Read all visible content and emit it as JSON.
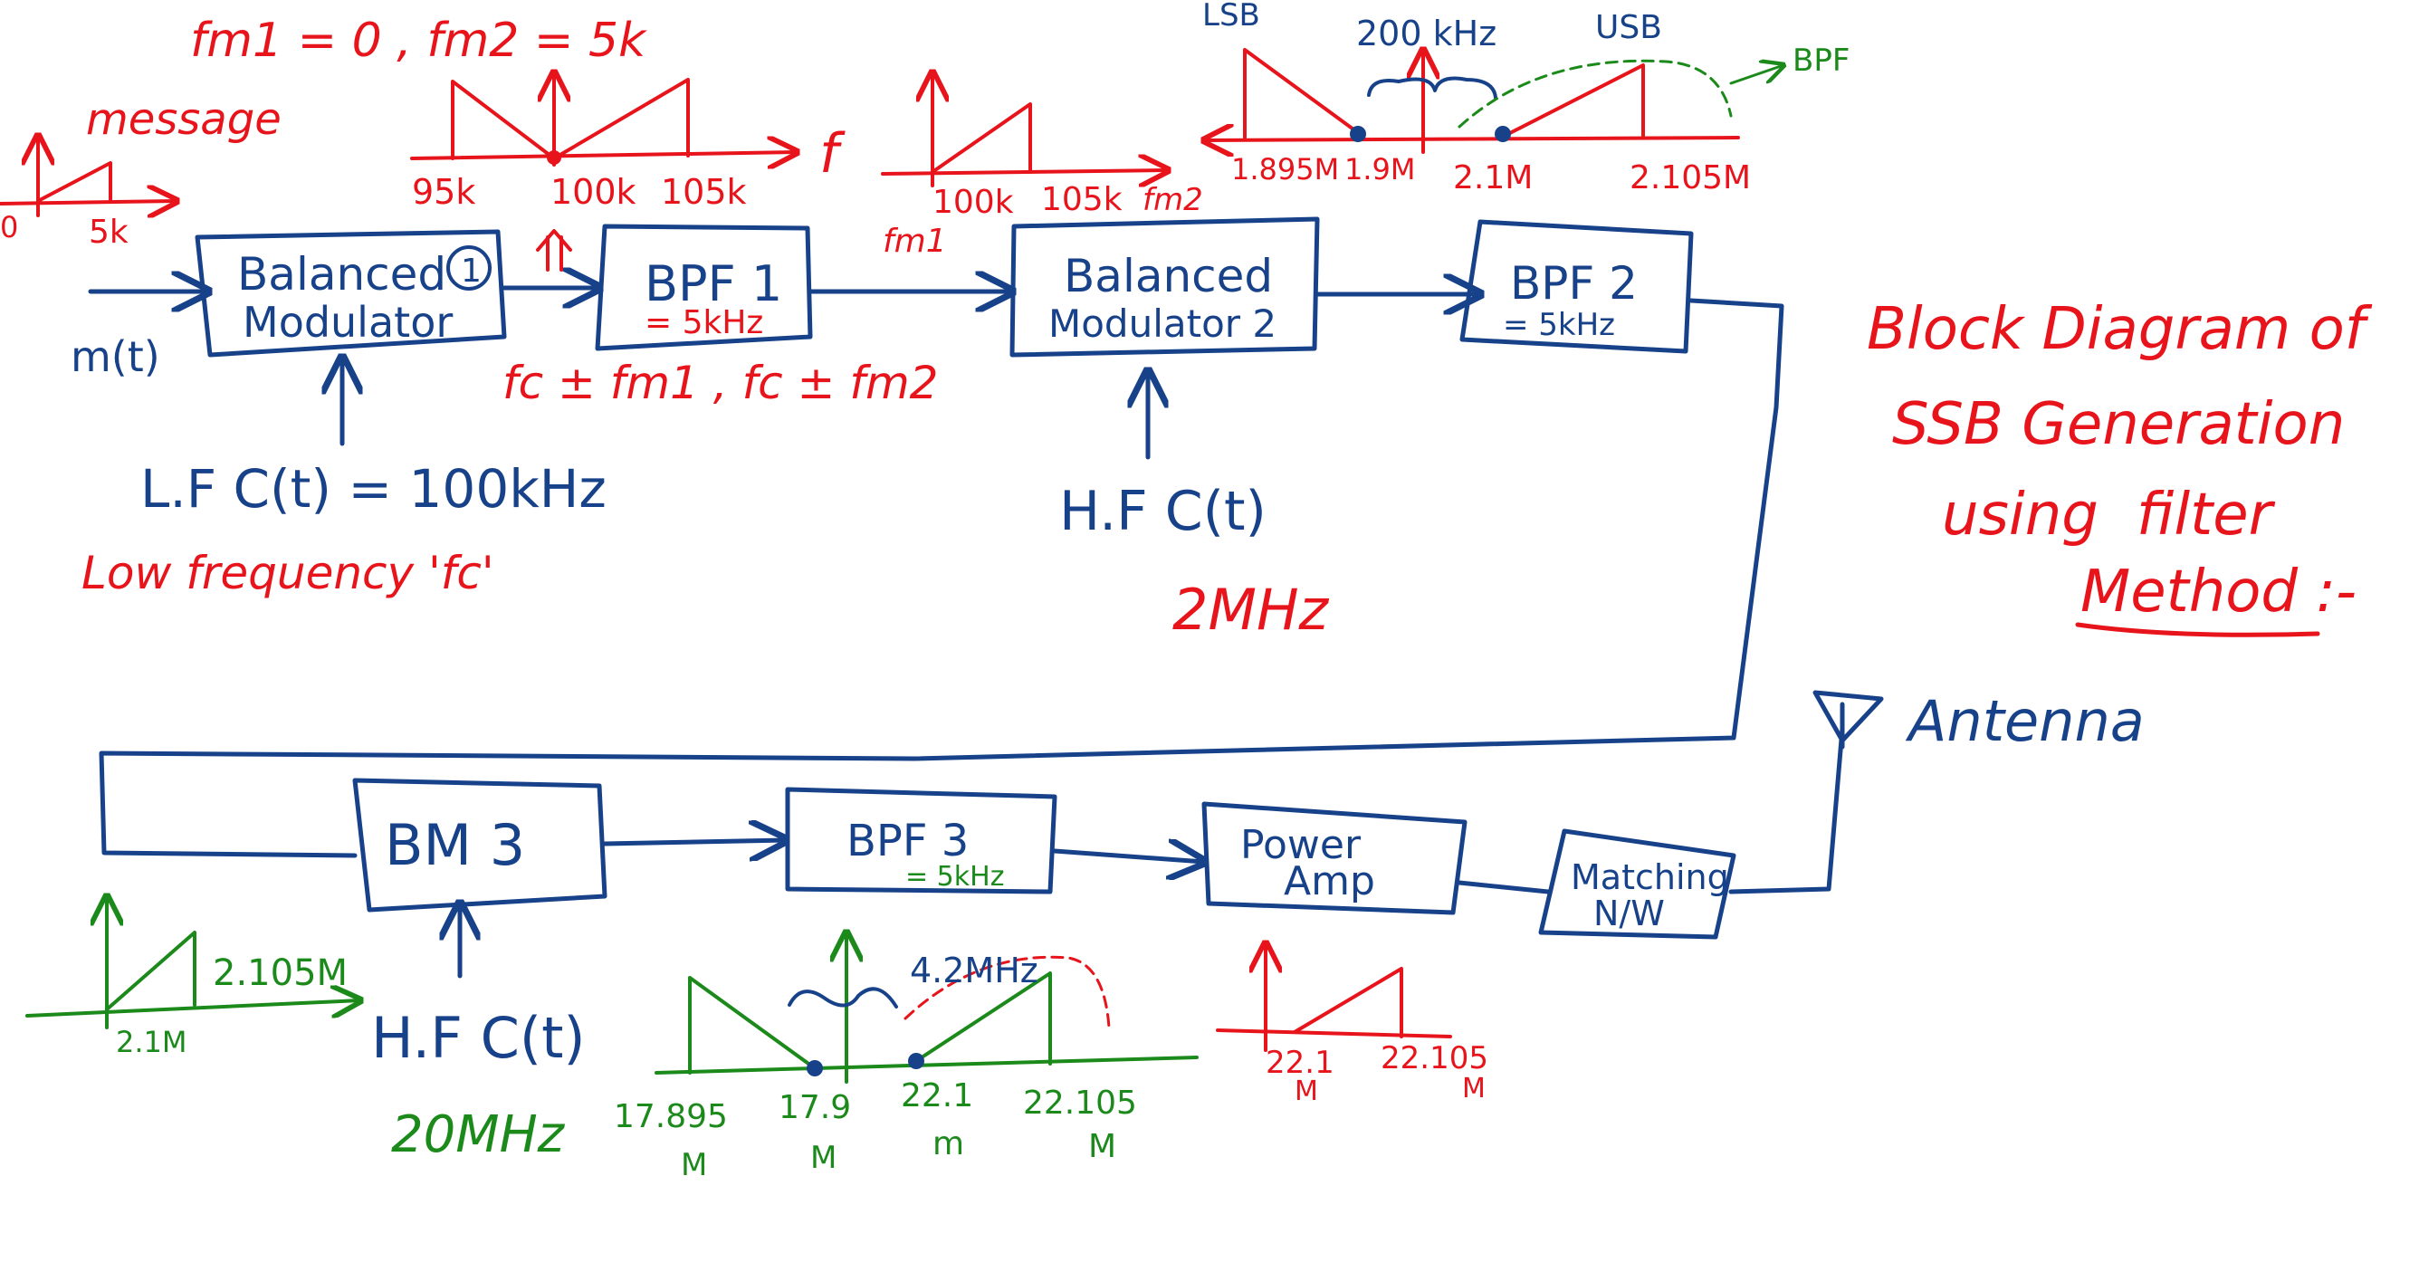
{
  "colors": {
    "blue": "#17428a",
    "red": "#e8141b",
    "green": "#1b8a1b"
  },
  "title": {
    "line1": "Block Diagram of",
    "line2": "SSB Generation",
    "line3_a": "using",
    "line3_b": "filter",
    "line4": "Method :-"
  },
  "blocks": {
    "bm1": {
      "line1": "Balanced",
      "line2": "Modulator",
      "badge": "1"
    },
    "bpf1": {
      "label": "BPF 1",
      "bw": "= 5kHz"
    },
    "bm2": {
      "line1": "Balanced",
      "line2": "Modulator 2"
    },
    "bpf2": {
      "line1": "BPF 2",
      "line2": "= 5kHz"
    },
    "bm3": {
      "label": "BM 3"
    },
    "bpf3": {
      "label": "BPF 3",
      "bw": "= 5kHz"
    },
    "power_amp": {
      "line1": "Power",
      "line2": "Amp"
    },
    "matching": {
      "line1": "Matching",
      "line2": "N/W"
    }
  },
  "labels": {
    "message_input": "m(t)",
    "lf_carrier": "L.F C(t) = 100kHz",
    "low_frequency_note": "Low frequency 'fc'",
    "hf_carrier_2": "H.F C(t)",
    "hf_freq_2": "2MHz",
    "hf_carrier_3": "H.F C(t)",
    "hf_freq_3": "20MHz",
    "bm1_output_note": "fc ± fm1 , fc ± fm2",
    "antenna": "Antenna"
  },
  "spectra": {
    "message": {
      "title": "message",
      "tick": "5k",
      "zero": "0"
    },
    "fm_values": "fm1 = 0 , fm2 = 5k",
    "bm1_out": {
      "ticks": [
        "95k",
        "100k",
        "105k"
      ],
      "axis": "f"
    },
    "bpf1_out": {
      "ticks": [
        "100k",
        "105k"
      ],
      "fm2": "fm2",
      "fm1": "fm1"
    },
    "bm2_out": {
      "lsb": "LSB",
      "gap": "200 kHz",
      "usb": "USB",
      "bpf": "BPF",
      "ticks": [
        "1.895M",
        "1.9M",
        "2.1M",
        "2.105M"
      ]
    },
    "bpf2_out": {
      "ticks": [
        "2.1M",
        "2.105M"
      ]
    },
    "bm3_out": {
      "gap": "4.2MHz",
      "ticks": [
        "17.895",
        "17.9",
        "22.1",
        "22.105"
      ],
      "unit": "M",
      "unit_n": "m"
    },
    "amp_out": {
      "ticks": [
        "22.1",
        "22.105"
      ],
      "unit": "M"
    }
  }
}
